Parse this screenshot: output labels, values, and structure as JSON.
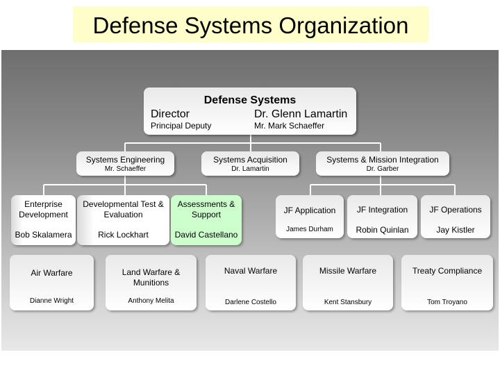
{
  "title": "Defense Systems Organization",
  "top": {
    "name": "Defense Systems",
    "director_label": "Director",
    "director_name": "Dr. Glenn Lamartin",
    "deputy_label": "Principal Deputy",
    "deputy_name": "Mr. Mark Schaeffer"
  },
  "divisions": [
    {
      "name": "Systems Engineering",
      "lead": "Mr. Schaeffer"
    },
    {
      "name": "Systems Acquisition",
      "lead": "Dr. Lamartin"
    },
    {
      "name": "Systems & Mission Integration",
      "lead": "Dr. Garber"
    }
  ],
  "se_units": [
    {
      "name": "Enterprise Development",
      "lead": "Bob Skalamera"
    },
    {
      "name": "Developmental Test & Evaluation",
      "lead": "Rick Lockhart"
    },
    {
      "name": "Assessments & Support",
      "lead": "David Castellano"
    }
  ],
  "jf_units": [
    {
      "name": "JF Application",
      "lead": "James Durham"
    },
    {
      "name": "JF Integration",
      "lead": "Robin Quinlan"
    },
    {
      "name": "JF Operations",
      "lead": "Jay Kistler"
    }
  ],
  "warfare_units": [
    {
      "name": "Air Warfare",
      "lead": "Dianne Wright"
    },
    {
      "name": "Land Warfare & Munitions",
      "lead": "Anthony Melita"
    },
    {
      "name": "Naval Warfare",
      "lead": "Darlene Costello"
    },
    {
      "name": "Missile Warfare",
      "lead": "Kent Stansbury"
    },
    {
      "name": "Treaty Compliance",
      "lead": "Tom Troyano"
    }
  ],
  "colors": {
    "title_bg": "#ffffcc",
    "green_box": "#ccffcc",
    "panel_top": "#6e6e6e"
  }
}
